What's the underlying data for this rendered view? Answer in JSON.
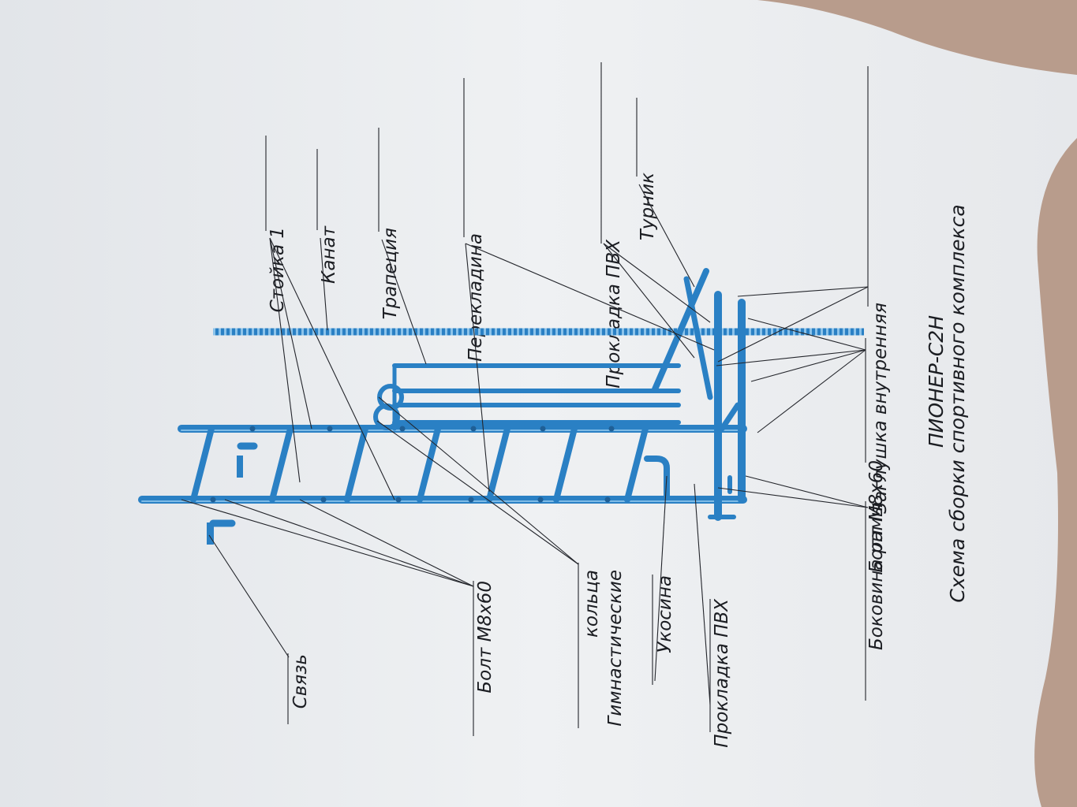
{
  "title": {
    "line1": "Схема сборки спортивного комплекса",
    "line2": "ПИОНЕР-С2Н"
  },
  "labels": {
    "zaglushka": "Заглушка внутренняя",
    "prokladka_left": "Прокладка ПВХ",
    "turnik": "Турник",
    "perekladina": "Перекладина",
    "trapeciya": "Трапеция",
    "kanat": "Канат",
    "stoyka": "Стойка 1",
    "bolt_top": "Болт М8х60",
    "bokovina": "Боковина рамы",
    "prokladka_right": "Прокладка ПВХ",
    "ukosina": "Укосина",
    "kolca_1": "Гимнастические",
    "kolca_2": "кольца",
    "bolt_bottom": "Болт М8х60",
    "svyaz": "Связь"
  },
  "colors": {
    "paper": "#eef0f2",
    "background": "#b89c8c",
    "frame_blue": "#2a80c4",
    "ink": "#1b1d22"
  }
}
